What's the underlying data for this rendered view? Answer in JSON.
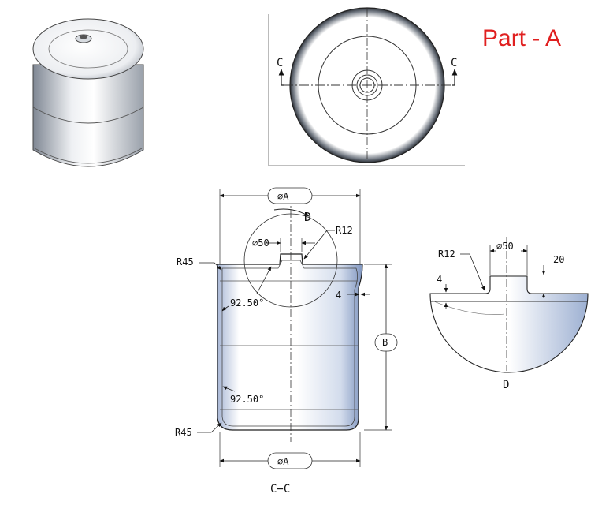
{
  "title": "Part - A",
  "colors": {
    "title": "#e02020",
    "line": "#1a1a1a",
    "shade_light": "#ffffff",
    "shade_dark": "#8aa3c7"
  },
  "top_view": {
    "section_label_left": "C",
    "section_label_right": "C"
  },
  "section_view": {
    "caption": "C−C",
    "dia_top": "⌀A",
    "dia_bottom": "⌀A",
    "neck_dia": "⌀50",
    "detail_ref": "D",
    "radius_neck": "R12",
    "radius_top": "R45",
    "radius_bottom": "R45",
    "angle_top": "92.50°",
    "angle_bottom": "92.50°",
    "thickness": "4",
    "height": "B"
  },
  "detail_view": {
    "caption": "D",
    "radius": "R12",
    "neck_dia": "⌀50",
    "thickness": "4",
    "neck_height": "20"
  }
}
